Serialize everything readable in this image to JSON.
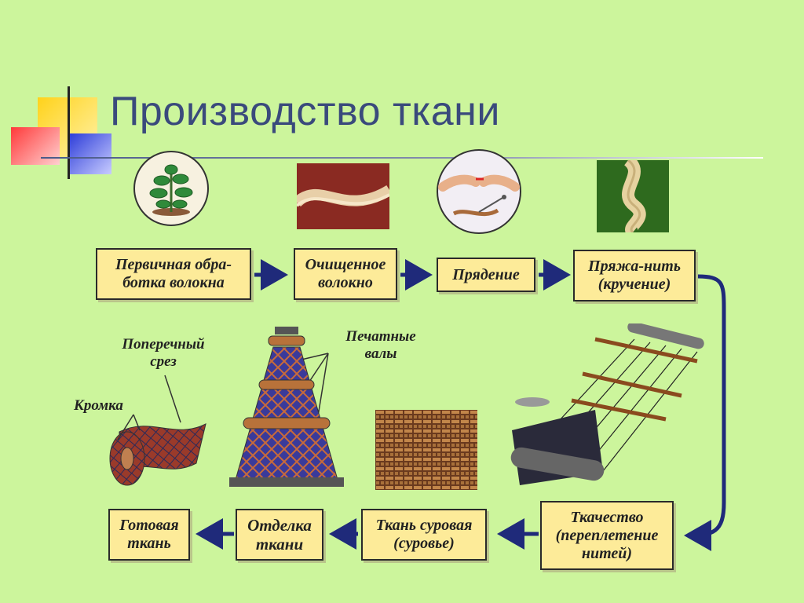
{
  "title": "Производство ткани",
  "steps": {
    "primary_processing": "Первичная обра-\nботка волокна",
    "cleaned_fiber": "Очищенное\nволокно",
    "spinning": "Прядение",
    "yarn_thread": "Пряжа-нить\n(кручение)",
    "weaving": "Ткачество\n(переплетение\nнитей)",
    "raw_fabric": "Ткань суровая\n(суровье)",
    "finishing": "Отделка\nткани",
    "finished_fabric": "Готовая\nткань"
  },
  "labels": {
    "cross_section": "Поперечный\nсрез",
    "selvage": "Кромка",
    "print_rollers": "Печатные\nвалы"
  },
  "colors": {
    "background": "#ccf59c",
    "box_fill": "#fdeb99",
    "arrow": "#1f2a7a",
    "title": "#3a4a7c"
  }
}
